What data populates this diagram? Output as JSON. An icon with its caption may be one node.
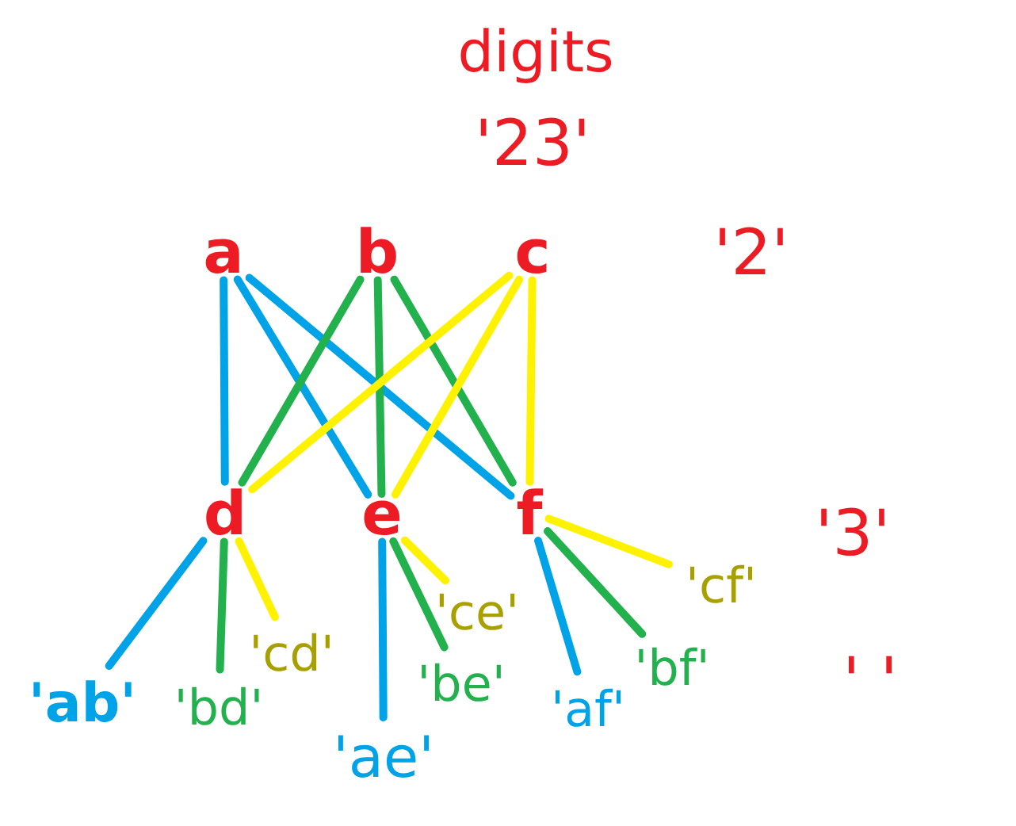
{
  "diagram": {
    "nodes": [
      {
        "text": [
          "a"
        ]
      },
      {
        "text": [
          "b"
        ]
      },
      {
        "text": [
          "c"
        ]
      },
      {
        "text": [
          "d"
        ]
      },
      {
        "text": [
          "e"
        ]
      },
      {
        "text": [
          "f"
        ]
      },
      {
        "text": [
          "'ab'"
        ]
      },
      {
        "text": [
          "'bd'"
        ]
      },
      {
        "text": [
          "'cd'"
        ]
      },
      {
        "text": [
          "'ae'"
        ]
      },
      {
        "text": [
          "'be'"
        ]
      },
      {
        "text": [
          "'ce'"
        ]
      },
      {
        "text": [
          "'af'"
        ]
      },
      {
        "text": [
          "'bf'"
        ]
      },
      {
        "text": [
          "'cf'"
        ]
      }
    ],
    "edges": [
      {
        "from": 0,
        "to": 3,
        "arrow": "none",
        "color": "#00a2e8"
      },
      {
        "from": 0,
        "to": 4,
        "arrow": "none",
        "color": "#00a2e8"
      },
      {
        "from": 0,
        "to": 5,
        "arrow": "none",
        "color": "#00a2e8"
      },
      {
        "from": 1,
        "to": 3,
        "arrow": "none",
        "color": "#22b14c"
      },
      {
        "from": 1,
        "to": 4,
        "arrow": "none",
        "color": "#22b14c"
      },
      {
        "from": 1,
        "to": 5,
        "arrow": "none",
        "color": "#22b14c"
      },
      {
        "from": 2,
        "to": 3,
        "arrow": "none",
        "color": "#fff200"
      },
      {
        "from": 2,
        "to": 4,
        "arrow": "none",
        "color": "#fff200"
      },
      {
        "from": 2,
        "to": 5,
        "arrow": "none",
        "color": "#fff200"
      },
      {
        "from": 3,
        "to": 6,
        "arrow": "none",
        "color": "#00a2e8"
      },
      {
        "from": 3,
        "to": 7,
        "arrow": "none",
        "color": "#22b14c"
      },
      {
        "from": 3,
        "to": 8,
        "arrow": "none",
        "color": "#fff200"
      },
      {
        "from": 4,
        "to": 9,
        "arrow": "none",
        "color": "#00a2e8"
      },
      {
        "from": 4,
        "to": 10,
        "arrow": "none",
        "color": "#22b14c"
      },
      {
        "from": 4,
        "to": 11,
        "arrow": "none",
        "color": "#fff200"
      },
      {
        "from": 5,
        "to": 12,
        "arrow": "none",
        "color": "#00a2e8"
      },
      {
        "from": 5,
        "to": 13,
        "arrow": "none",
        "color": "#22b14c"
      },
      {
        "from": 5,
        "to": 14,
        "arrow": "none",
        "color": "#fff200"
      }
    ],
    "labels": [
      "digits",
      "'23'",
      "'2'",
      "'3'",
      "' '"
    ]
  }
}
